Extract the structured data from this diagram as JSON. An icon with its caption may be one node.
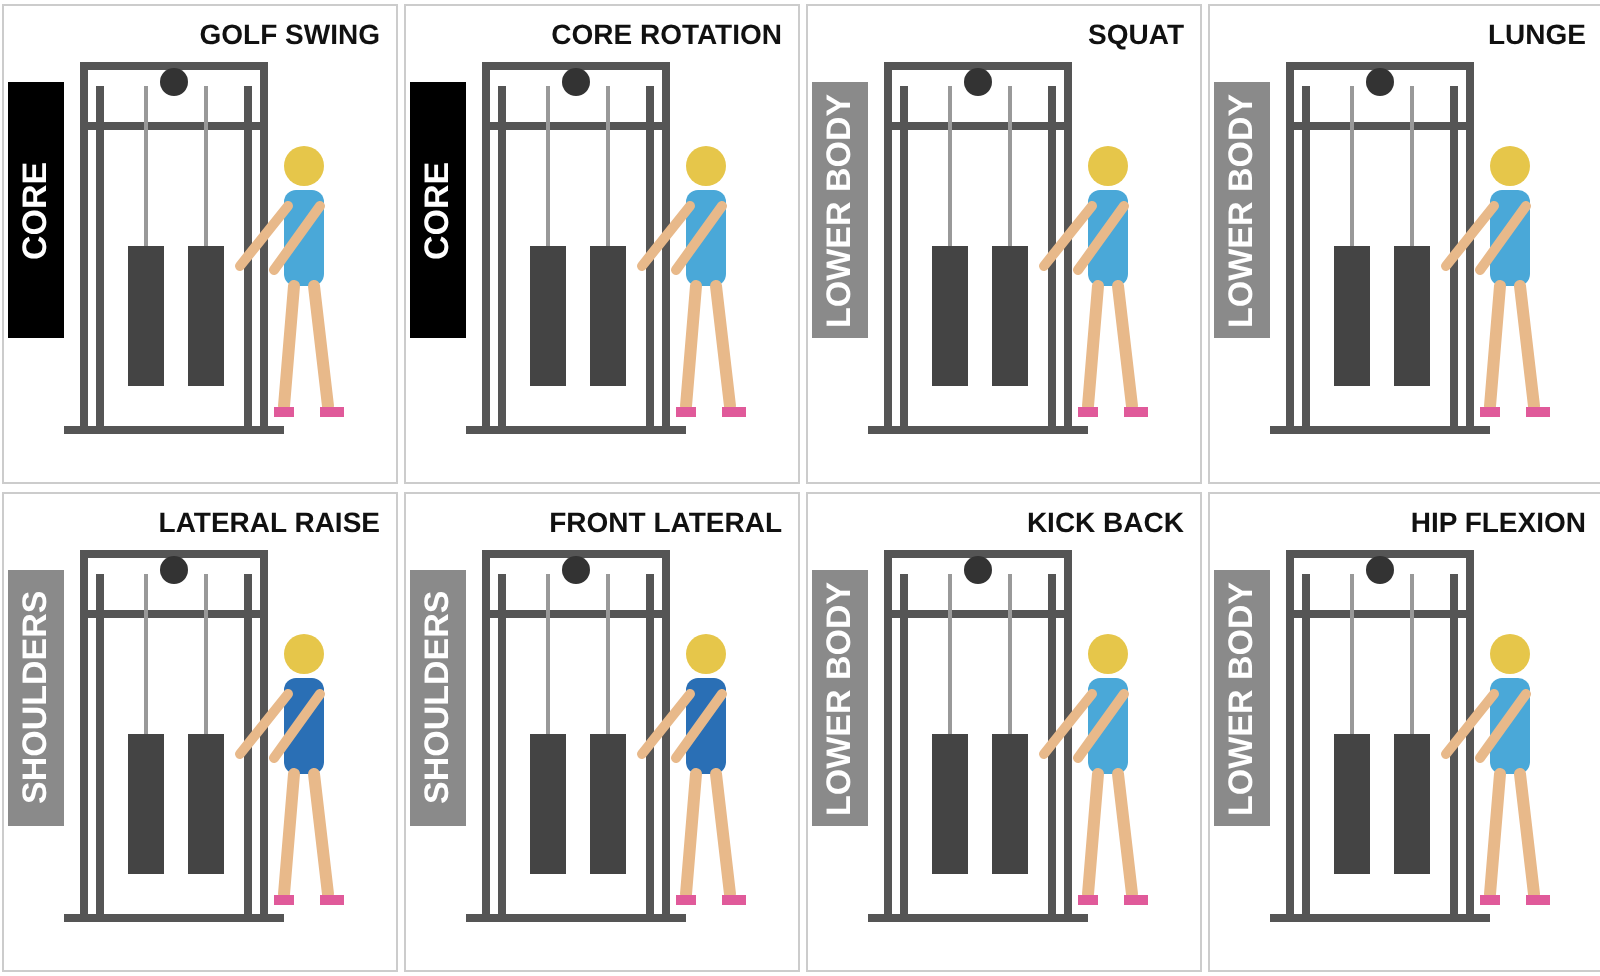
{
  "diagram": {
    "nodes": [
      {
        "text": [
          "CORE",
          "GOLF SWING"
        ]
      },
      {
        "text": [
          "CORE",
          "CORE ROTATION"
        ]
      },
      {
        "text": [
          "LOWER BODY",
          "SQUAT"
        ]
      },
      {
        "text": [
          "LOWER BODY",
          "LUNGE"
        ]
      },
      {
        "text": [
          "SHOULDERS",
          "LATERAL RAISE"
        ]
      },
      {
        "text": [
          "SHOULDERS",
          "FRONT LATERAL"
        ]
      },
      {
        "text": [
          "LOWER BODY",
          "KICK BACK"
        ]
      },
      {
        "text": [
          "LOWER BODY",
          "HIP FLEXION"
        ]
      }
    ]
  }
}
